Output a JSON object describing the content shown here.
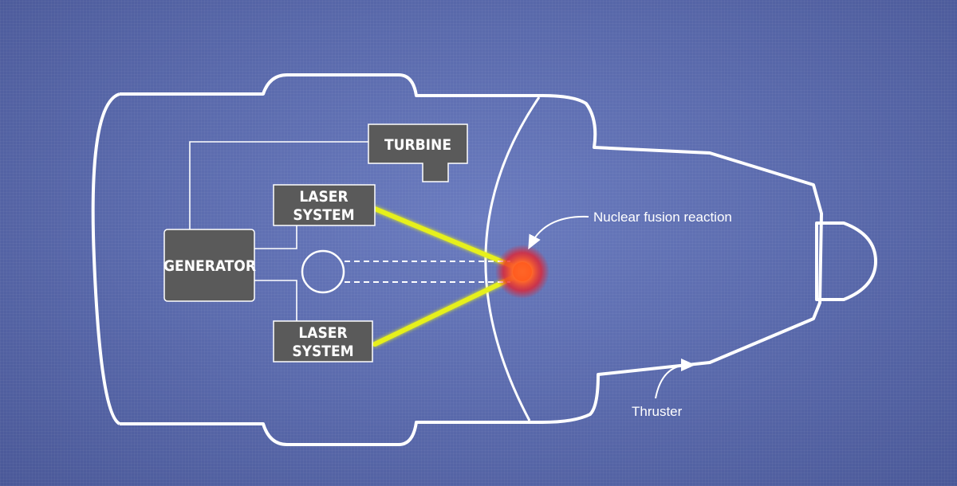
{
  "components": {
    "turbine": "TURBINE",
    "laser_top_line1": "LASER",
    "laser_top_line2": "SYSTEM",
    "generator": "GENERATOR",
    "laser_bottom_line1": "LASER",
    "laser_bottom_line2": "SYSTEM"
  },
  "annotations": {
    "fusion": "Nuclear fusion reaction",
    "thruster": "Thruster"
  },
  "colors": {
    "background": "#5a6aa8",
    "outline": "#ffffff",
    "box_fill": "#5a5a5a",
    "laser_beam": "#e6f01e",
    "fusion_core": "#ff5a1e"
  }
}
